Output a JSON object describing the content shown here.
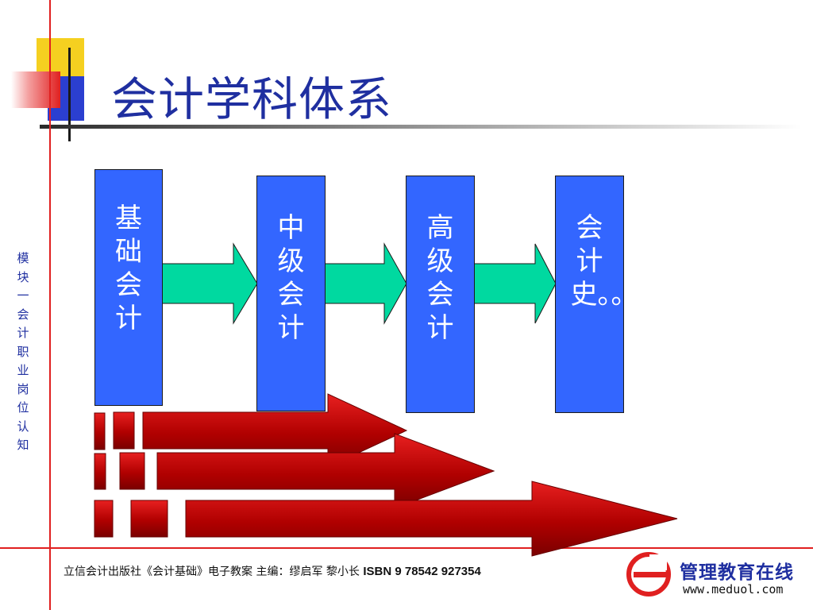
{
  "slide": {
    "title": "会计学科体系",
    "side_label": "模块一会计职业岗位认知"
  },
  "flow": {
    "boxes": [
      "基础会计",
      "中级会计",
      "高级会计",
      "会计史。。。"
    ]
  },
  "footer": {
    "publication": "立信会计出版社《会计基础》电子教案 主编：缪启军 黎小长",
    "isbn": "ISBN 9 78542 927354"
  },
  "logo": {
    "name": "管理教育在线",
    "url": "www.meduol.com"
  },
  "colors": {
    "title": "#1f2fa0",
    "box_fill": "#3366ff",
    "arrow_green": "#00d9a0",
    "arrow_red": "#c00000",
    "rule_red": "#e02020"
  }
}
